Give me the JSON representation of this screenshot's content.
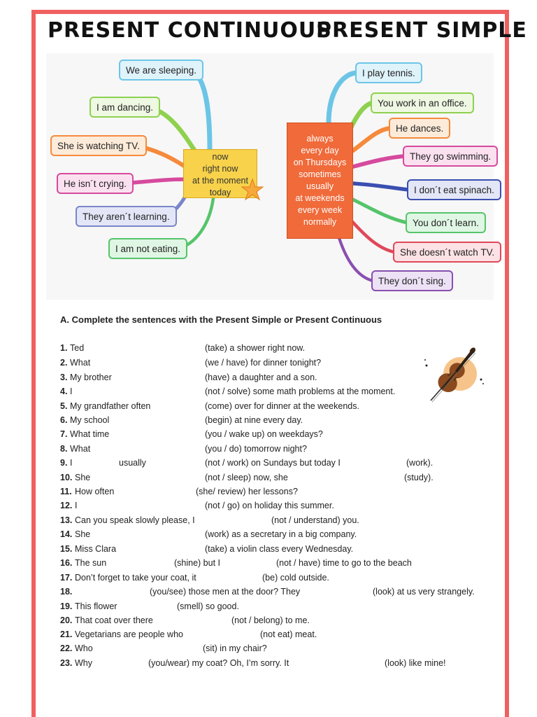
{
  "titles": {
    "left": "PRESENT CONTINUOUS",
    "right": "PRESENT SIMPLE"
  },
  "continuous": {
    "center": [
      "now",
      "right now",
      "at the moment",
      "today"
    ],
    "bubbles": [
      {
        "text": "We are sleeping.",
        "color": "#6cc5e6",
        "bg": "#dff3fb"
      },
      {
        "text": "I am dancing.",
        "color": "#8ed14f",
        "bg": "#eef8e2"
      },
      {
        "text": "She is watching TV.",
        "color": "#f58a3c",
        "bg": "#fdebd9"
      },
      {
        "text": "He isn´t crying.",
        "color": "#d64a9e",
        "bg": "#fbe1f0"
      },
      {
        "text": "They aren´t learning.",
        "color": "#7a86c9",
        "bg": "#e3e6f6"
      },
      {
        "text": "I am not eating.",
        "color": "#55c46a",
        "bg": "#e0f6e4"
      }
    ]
  },
  "simple": {
    "center": [
      "always",
      "every day",
      "on Thursdays",
      "sometimes",
      "usually",
      "at weekends",
      "every week",
      "normally"
    ],
    "bubbles": [
      {
        "text": "I play tennis.",
        "color": "#6cc5e6",
        "bg": "#dff3fb"
      },
      {
        "text": "You work in an office.",
        "color": "#8ed14f",
        "bg": "#eef8e2"
      },
      {
        "text": "He dances.",
        "color": "#f58a3c",
        "bg": "#fdebd9"
      },
      {
        "text": "They go swimming.",
        "color": "#d64a9e",
        "bg": "#fbe1f0"
      },
      {
        "text": "I don´t eat spinach.",
        "color": "#3a4fb0",
        "bg": "#e3e6f6"
      },
      {
        "text": "You don´t learn.",
        "color": "#55c46a",
        "bg": "#e0f6e4"
      },
      {
        "text": "She doesn´t watch TV.",
        "color": "#e0485a",
        "bg": "#fde2e5"
      },
      {
        "text": "They don´t sing.",
        "color": "#8a4fb0",
        "bg": "#ece1f5"
      }
    ]
  },
  "instruction": "A. Complete the sentences with the Present Simple or Present Continuous",
  "exercises": [
    {
      "num": "1.",
      "a": "Ted",
      "b": "(take) a shower right now."
    },
    {
      "num": "2.",
      "a": "What",
      "b": "(we / have) for dinner tonight?"
    },
    {
      "num": "3.",
      "a": "My brother",
      "b": "(have) a daughter and a son."
    },
    {
      "num": "4.",
      "a": "I",
      "b": "(not / solve) some math problems at the moment."
    },
    {
      "num": "5.",
      "a": "My grandfather often",
      "b": "(come) over for dinner at the weekends."
    },
    {
      "num": "6.",
      "a": "My school",
      "b": "(begin) at nine every day."
    },
    {
      "num": "7.",
      "a": "What time",
      "b": "(you / wake up) on weekdays?"
    },
    {
      "num": "8.",
      "a": "What",
      "b": "(you / do) tomorrow night?"
    },
    {
      "num": "9.",
      "a": "I",
      "a2": "usually",
      "b": "(not / work) on Sundays but today I",
      "c": "(work)."
    },
    {
      "num": "10.",
      "a": "She",
      "b": "(not / sleep) now, she",
      "c": "(study)."
    },
    {
      "num": "11.",
      "a": "How often",
      "b": "(she/ review) her lessons?"
    },
    {
      "num": "12.",
      "a": "I",
      "b": "(not / go) on holiday this summer."
    },
    {
      "num": "13.",
      "a": "Can you speak slowly please, I",
      "b": "(not / understand) you."
    },
    {
      "num": "14.",
      "a": "She",
      "b": "(work) as a secretary in a big company."
    },
    {
      "num": "15.",
      "a": "Miss Clara",
      "b": "(take) a violin class every Wednesday."
    },
    {
      "num": "16.",
      "a": "The sun",
      "b": "(shine) but I",
      "c": "(not / have) time to go to the beach"
    },
    {
      "num": "17.",
      "a": "Don’t forget to take your coat, it",
      "b": "(be) cold outside."
    },
    {
      "num": "18.",
      "a": "",
      "b": "(you/see) those men at the door?  They",
      "c": "(look) at us very strangely."
    },
    {
      "num": "19.",
      "a": "This flower",
      "b": "(smell) so good."
    },
    {
      "num": "20.",
      "a": "That coat over there",
      "b": "(not / belong) to me."
    },
    {
      "num": "21.",
      "a": "Vegetarians are people who",
      "b": "(not eat) meat."
    },
    {
      "num": "22.",
      "a": "Who",
      "b": "(sit) in my chair?"
    },
    {
      "num": "23.",
      "a": "Why",
      "b": "(you/wear) my coat? Oh, I’m sorry. It",
      "c": "(look) like mine!"
    }
  ]
}
